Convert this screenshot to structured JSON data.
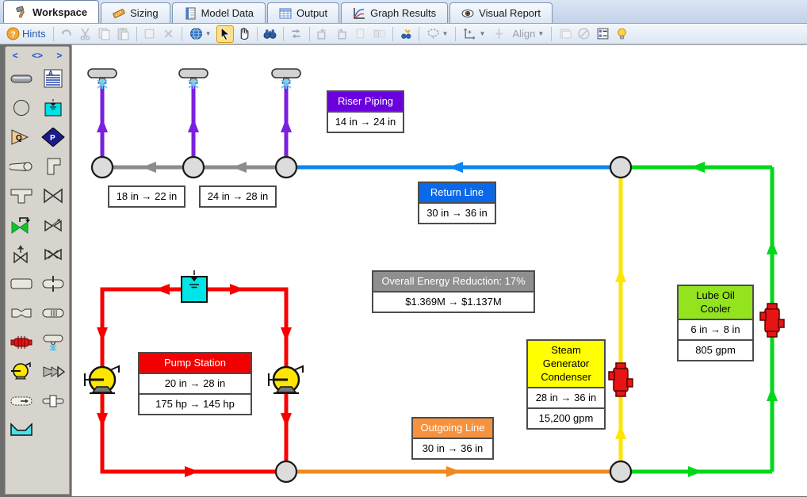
{
  "tabs": [
    {
      "label": "Workspace",
      "icon": "hammer-icon",
      "active": true
    },
    {
      "label": "Sizing",
      "icon": "ruler-icon"
    },
    {
      "label": "Model Data",
      "icon": "notebook-icon"
    },
    {
      "label": "Output",
      "icon": "table-icon"
    },
    {
      "label": "Graph Results",
      "icon": "graph-icon"
    },
    {
      "label": "Visual Report",
      "icon": "eye-icon"
    }
  ],
  "toolbar": {
    "hints_label": "Hints",
    "align_label": "Align",
    "icons": [
      "hints-icon",
      "undo-icon",
      "cut-icon",
      "copy-icon",
      "paste-icon",
      "duplicate-icon",
      "delete-icon",
      "globe-icon",
      "select-cursor-icon",
      "pan-hand-icon",
      "binoculars-icon",
      "reverse-direction-icon",
      "rotate-left-icon",
      "rotate-right-icon",
      "scale-icon",
      "flip-icon",
      "highlight-find-icon",
      "lasso-icon",
      "drawing-grid-icon",
      "align-icon",
      "layers-icon",
      "no-symbol-icon",
      "annotation-list-icon",
      "lightbulb-icon"
    ]
  },
  "sidebar": {
    "nav": {
      "left": "<",
      "both": "<>",
      "right": ">"
    },
    "q_label": "Q",
    "p_label": "P",
    "tools": [
      "pipe",
      "annotation",
      "branch-junction",
      "reservoir",
      "assigned-flow",
      "assigned-pressure",
      "reducer",
      "bend",
      "tee",
      "valve",
      "check-valve",
      "control-valve",
      "relief-valve",
      "three-way-valve",
      "general-component",
      "orifice",
      "venturi",
      "screen",
      "heat-exchanger",
      "spray-discharge",
      "pump",
      "turbine",
      "jet-pump",
      "volume-balance",
      "weir"
    ]
  },
  "canvas": {
    "labels": {
      "pipe1": {
        "value": "18 in → 22 in"
      },
      "pipe2": {
        "value": "24 in → 28 in"
      },
      "riser": {
        "header": "Riser Piping",
        "value": "14 in → 24 in",
        "color": "#6a00dd"
      },
      "return": {
        "header": "Return Line",
        "value": "30 in → 36 in",
        "color": "#0a69e8"
      },
      "energy": {
        "header": "Overall Energy Reduction: 17%",
        "value": "$1.369M → $1.137M",
        "color": "#8f8f8f"
      },
      "pump_station": {
        "header": "Pump Station",
        "rows": [
          "20 in → 28 in",
          "175 hp → 145 hp"
        ],
        "color": "#f20000"
      },
      "outgoing": {
        "header": "Outgoing Line",
        "value": "30 in → 36 in",
        "color": "#f6923e"
      },
      "steam": {
        "header": "Steam Generator Condenser",
        "rows": [
          "28 in → 36 in",
          "15,200 gpm"
        ],
        "color": "#ffff00"
      },
      "lube": {
        "header": "Lube Oil Cooler",
        "rows": [
          "6 in → 8 in",
          "805 gpm"
        ],
        "color": "#93e41e"
      }
    },
    "pipes": {
      "riser_purple": "#7b1fe0",
      "manifold_gray": "#8c8c8c",
      "return_blue": "#0e86f0",
      "cooler_green": "#00d818",
      "condenser_yellow": "#ffe600",
      "outgoing_orange": "#ef8922",
      "pump_loop_red": "#f80000",
      "spray_cyan": "#5fd2ff",
      "reservoir_cyan": "#00e6e6",
      "pump_yellow": "#ffe600",
      "heat_exchanger_red": "#e81414",
      "junction_fill": "#dcdcdc"
    }
  }
}
